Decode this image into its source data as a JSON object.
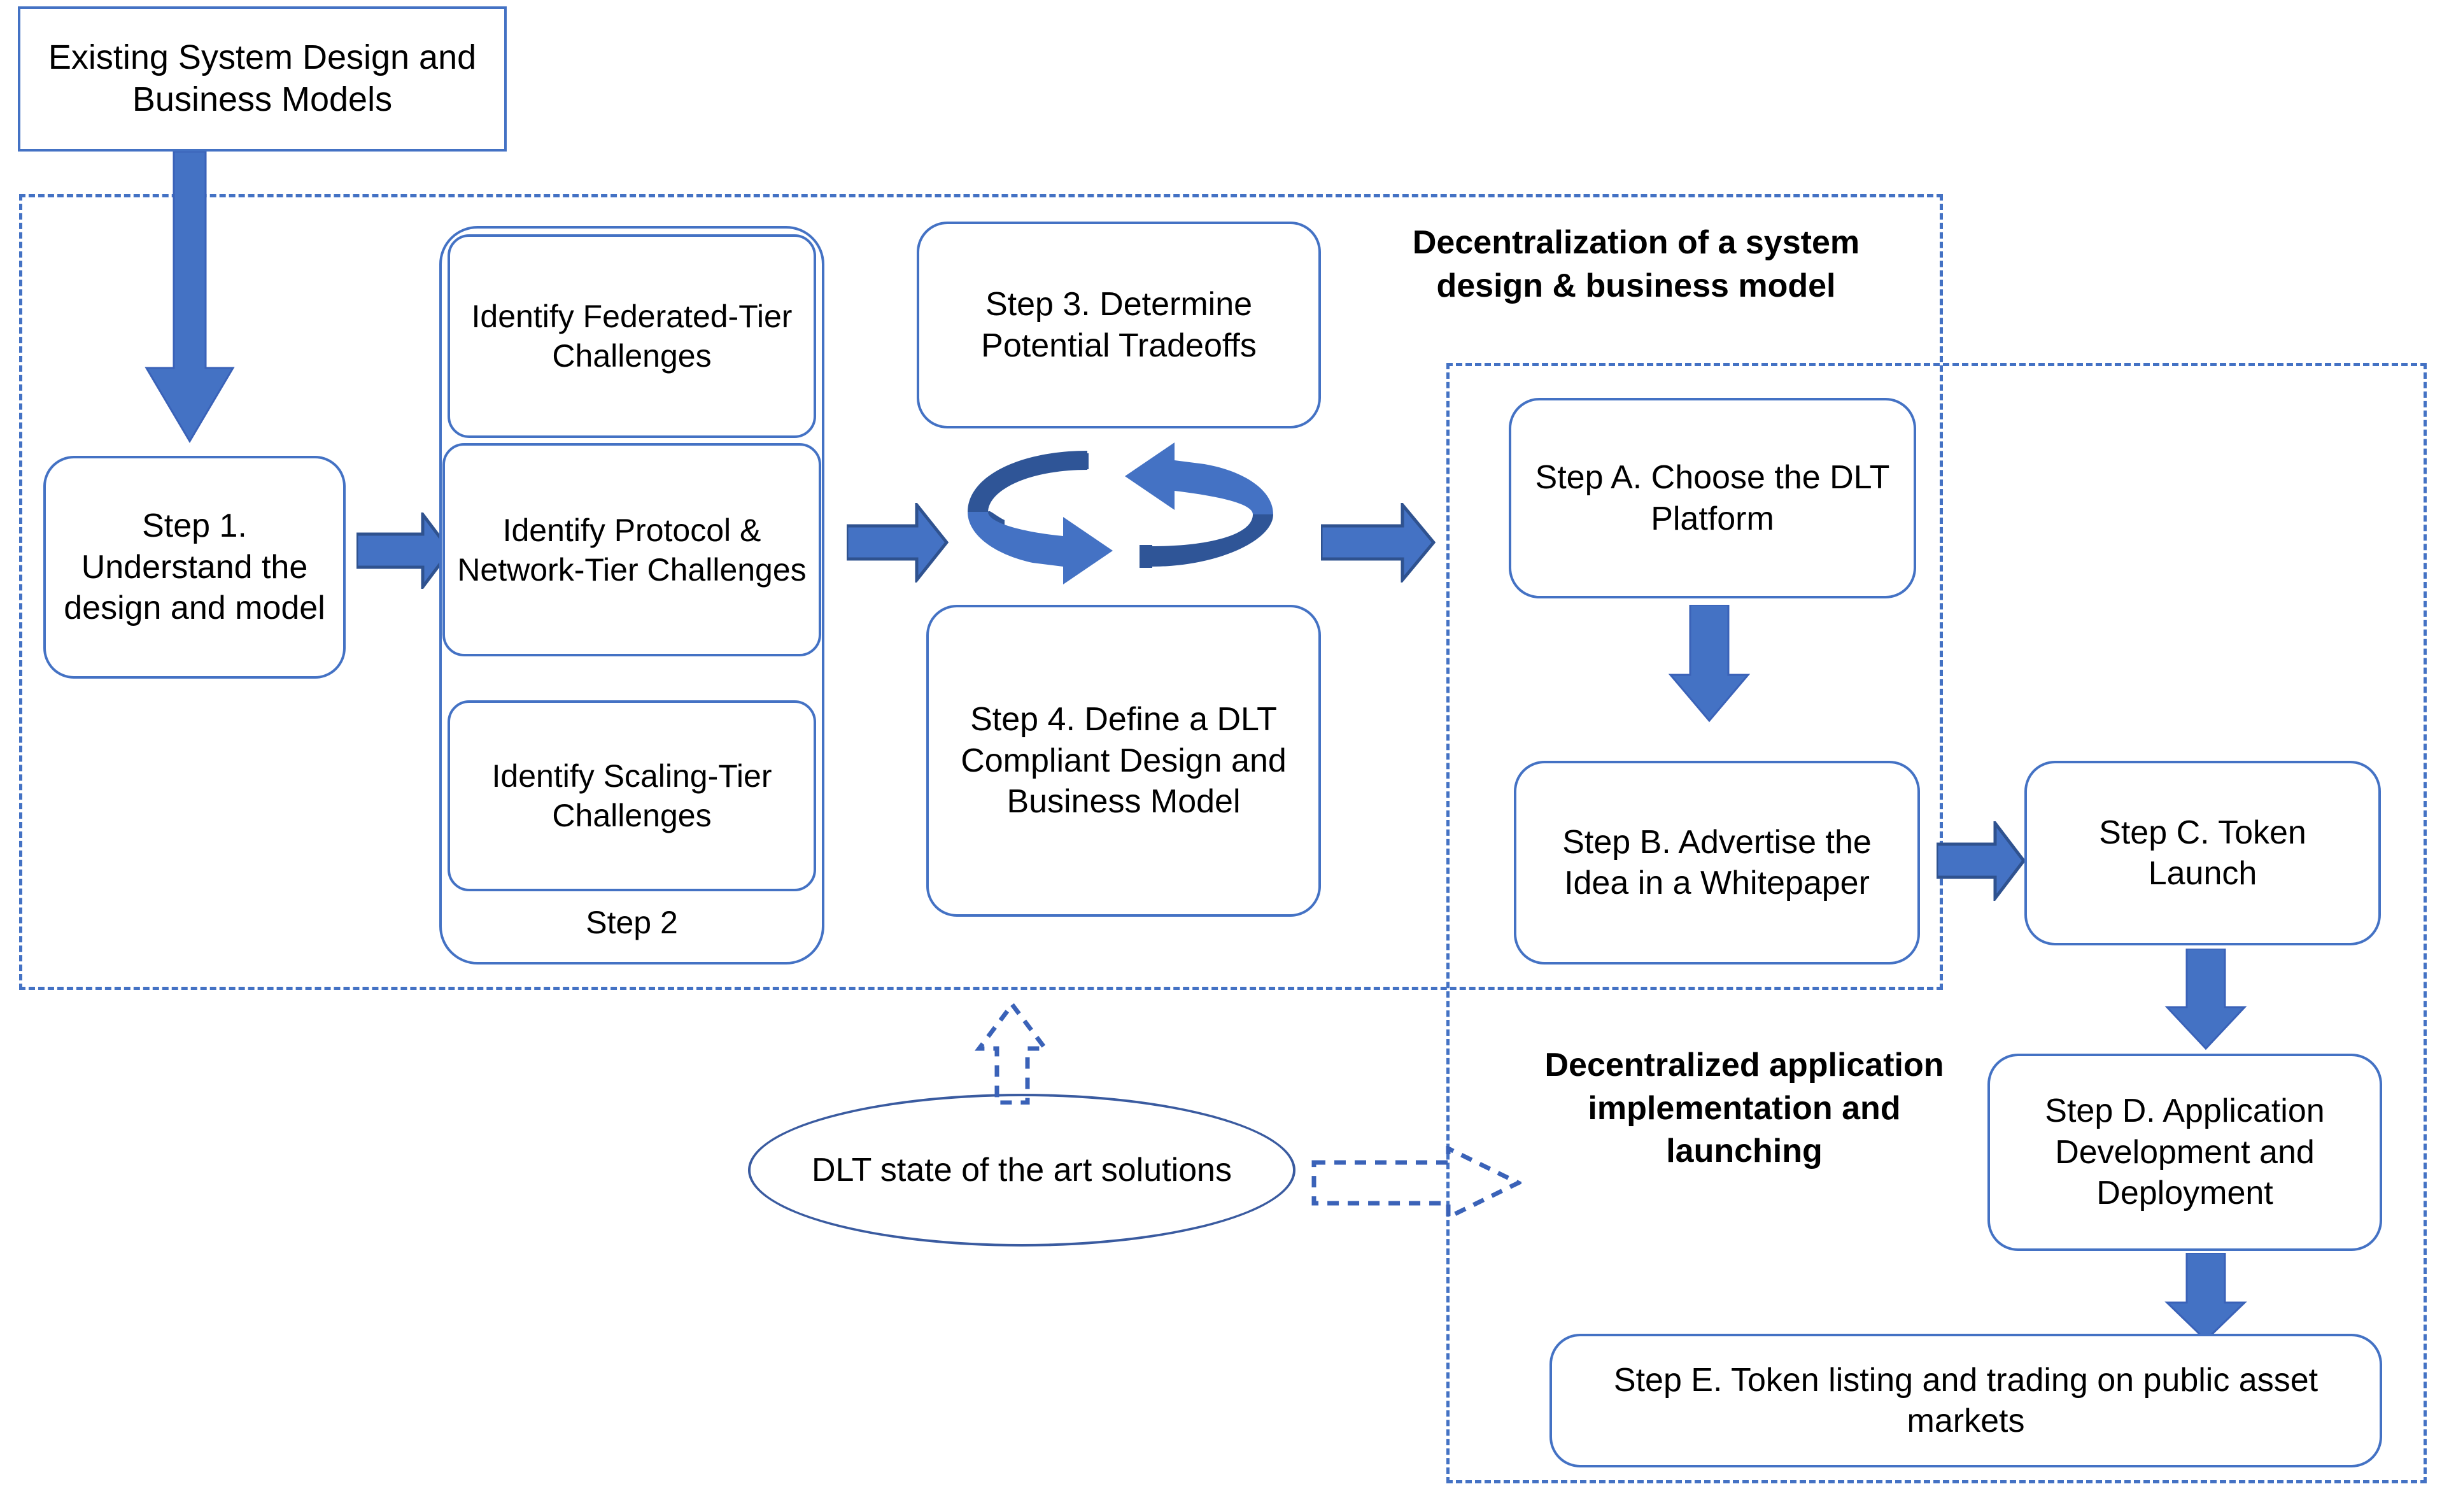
{
  "diagram": {
    "title_box": {
      "label": "Existing System Design and Business Models"
    },
    "regions": [
      {
        "id": "decentralization",
        "caption": "Decentralization of a system design & business model"
      },
      {
        "id": "dapp-implementation",
        "caption": "Decentralized application implementation and launching"
      }
    ],
    "nodes": {
      "step1": "Step 1. Understand the design and model",
      "step2_group_label": "Step 2",
      "step2_sub": [
        "Identify Federated-Tier Challenges",
        "Identify Protocol & Network-Tier Challenges",
        "Identify Scaling-Tier Challenges"
      ],
      "step3": "Step 3. Determine Potential Tradeoffs",
      "step4": "Step 4. Define a DLT Compliant Design and Business Model",
      "stepA": "Step A. Choose the DLT Platform",
      "stepB": "Step B. Advertise the Idea in a Whitepaper",
      "stepC": "Step C. Token Launch",
      "stepD": "Step D. Application Development and Deployment",
      "stepE": "Step E. Token listing and trading on public asset markets",
      "dlt_solutions": "DLT state of the art solutions"
    },
    "colors": {
      "arrow_fill": "#4472C4",
      "arrow_stroke": "#2F528F",
      "arrow_dark": "#2F5597",
      "box_border": "#4472C4",
      "dashed_border": "#4472C4",
      "text": "#000000",
      "background": "#FFFFFF"
    },
    "connectors": [
      {
        "name": "title-to-step1",
        "type": "solid-down-arrow"
      },
      {
        "name": "step1-to-step2",
        "type": "solid-right-arrow"
      },
      {
        "name": "step2-to-cycle",
        "type": "solid-right-arrow"
      },
      {
        "name": "step3-step4-cycle",
        "type": "circular-double-arrow"
      },
      {
        "name": "cycle-to-stepA",
        "type": "solid-right-arrow"
      },
      {
        "name": "stepA-to-stepB",
        "type": "solid-down-arrow"
      },
      {
        "name": "stepB-to-stepC",
        "type": "solid-right-arrow"
      },
      {
        "name": "stepC-to-stepD",
        "type": "solid-down-arrow"
      },
      {
        "name": "stepD-to-stepE",
        "type": "solid-down-arrow"
      },
      {
        "name": "solutions-to-region1",
        "type": "dashed-up-arrow"
      },
      {
        "name": "solutions-to-region2",
        "type": "dashed-right-arrow"
      }
    ]
  }
}
